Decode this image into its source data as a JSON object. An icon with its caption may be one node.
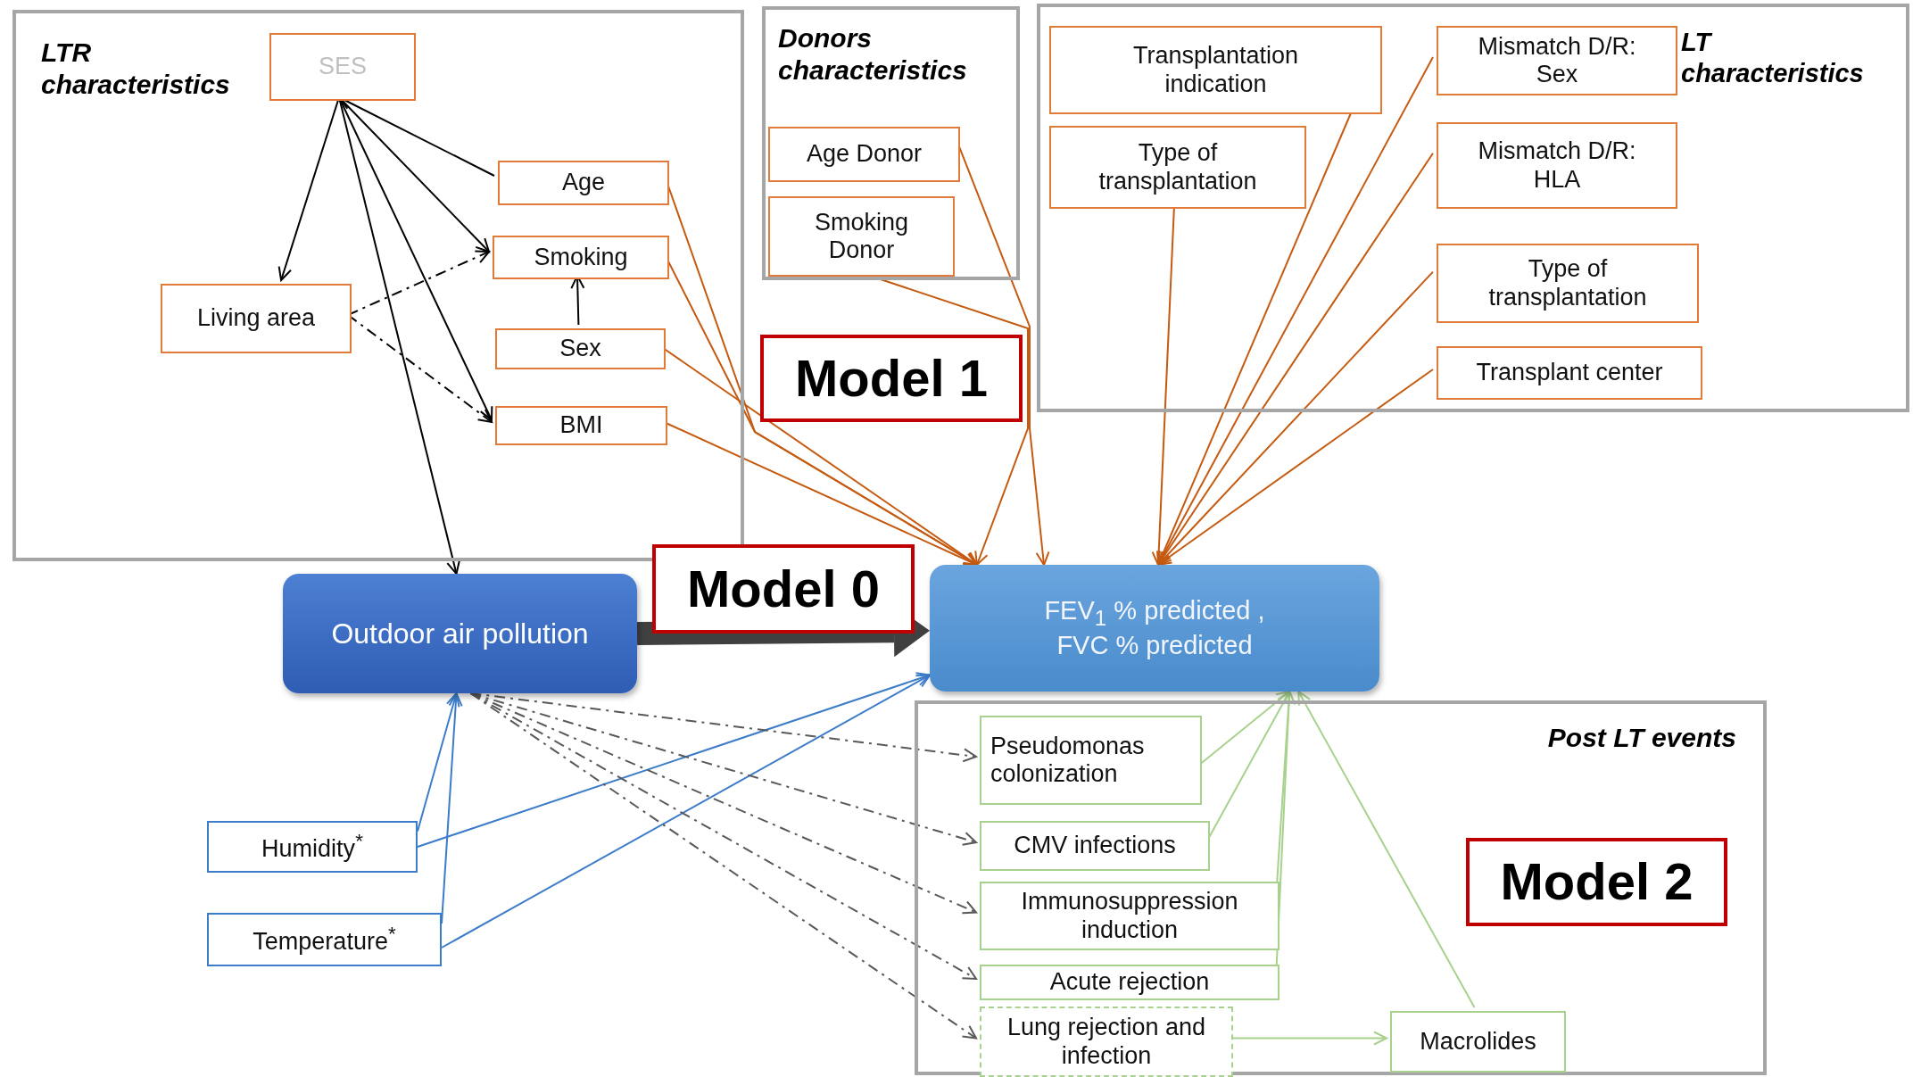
{
  "diagram": {
    "nodes": [
      {
        "text": [
          "LTR characteristics"
        ]
      },
      {
        "text": [
          "SES"
        ],
        "in": 0
      },
      {
        "text": [
          "Age"
        ],
        "in": 0
      },
      {
        "text": [
          "Smoking"
        ],
        "in": 0
      },
      {
        "text": [
          "Living area"
        ],
        "in": 0
      },
      {
        "text": [
          "Sex"
        ],
        "in": 0
      },
      {
        "text": [
          "BMI"
        ],
        "in": 0
      },
      {
        "text": [
          "Donors characteristics"
        ]
      },
      {
        "text": [
          "Age Donor"
        ],
        "in": 7
      },
      {
        "text": [
          "Smoking Donor"
        ],
        "in": 7
      },
      {
        "text": [
          "LT characteristics"
        ]
      },
      {
        "text": [
          "Transplantation indication"
        ],
        "in": 10
      },
      {
        "text": [
          "Type of transplantation"
        ],
        "in": 10
      },
      {
        "text": [
          "Mismatch D/R: Sex"
        ],
        "in": 10
      },
      {
        "text": [
          "Mismatch D/R: HLA"
        ],
        "in": 10
      },
      {
        "text": [
          "Type of transplantation"
        ],
        "in": 10
      },
      {
        "text": [
          "Transplant center"
        ],
        "in": 10
      },
      {
        "text": [
          "Model 1"
        ]
      },
      {
        "text": [
          "Outdoor air pollution"
        ]
      },
      {
        "text": [
          "Model 0"
        ]
      },
      {
        "text": [
          "FEV$_{1}$ % predicted , FVC % predicted"
        ]
      },
      {
        "text": [
          "Humidity$^{*}$"
        ]
      },
      {
        "text": [
          "Temperature$^{*}$"
        ]
      },
      {
        "text": [
          "Post LT events"
        ]
      },
      {
        "text": [
          "Pseudomonas colonization"
        ],
        "in": 23
      },
      {
        "text": [
          "CMV infections"
        ],
        "in": 23
      },
      {
        "text": [
          "Immunosuppression induction"
        ],
        "in": 23
      },
      {
        "text": [
          "Acute rejection"
        ],
        "in": 23
      },
      {
        "text": [
          "Lung rejection and infection"
        ],
        "in": 23
      },
      {
        "text": [
          "Macrolides"
        ],
        "in": 23
      },
      {
        "text": [
          "Model 2"
        ],
        "in": 23
      }
    ],
    "edges": [
      {
        "from": 1,
        "to": 4,
        "arrow": "to",
        "color": "#000000"
      },
      {
        "from": 2,
        "to": 1,
        "arrow": "to",
        "color": "#000000"
      },
      {
        "from": 1,
        "to": 3,
        "arrow": "to",
        "color": "#000000"
      },
      {
        "from": 1,
        "to": 6,
        "arrow": "to",
        "color": "#000000"
      },
      {
        "from": 1,
        "to": 18,
        "arrow": "to",
        "color": "#000000"
      },
      {
        "from": 5,
        "to": 3,
        "arrow": "to",
        "color": "#000000"
      },
      {
        "from": 4,
        "to": 3,
        "arrow": "to",
        "style": "dashed",
        "color": "#000000"
      },
      {
        "from": 4,
        "to": 6,
        "arrow": "to",
        "style": "dashed",
        "color": "#000000"
      },
      {
        "from": 2,
        "to": 20,
        "arrow": "to"
      },
      {
        "from": 3,
        "to": 20,
        "arrow": "to"
      },
      {
        "from": 5,
        "to": 20,
        "arrow": "to"
      },
      {
        "from": 6,
        "to": 20,
        "arrow": "to"
      },
      {
        "from": 8,
        "to": 20,
        "arrow": "to"
      },
      {
        "from": 9,
        "to": 20,
        "arrow": "to"
      },
      {
        "from": 11,
        "to": 20,
        "arrow": "to"
      },
      {
        "from": 12,
        "to": 20,
        "arrow": "to"
      },
      {
        "from": 13,
        "to": 20,
        "arrow": "to"
      },
      {
        "from": 14,
        "to": 20,
        "arrow": "to"
      },
      {
        "from": 15,
        "to": 20,
        "arrow": "to"
      },
      {
        "from": 16,
        "to": 20,
        "arrow": "to"
      },
      {
        "from": 18,
        "to": 20,
        "arrow": "to",
        "style": "thick",
        "color": "#404040"
      },
      {
        "from": 21,
        "to": 18,
        "arrow": "to",
        "color": "#3d7cc9"
      },
      {
        "from": 22,
        "to": 18,
        "arrow": "to",
        "color": "#3d7cc9"
      },
      {
        "from": 21,
        "to": 20,
        "arrow": "to",
        "color": "#3d7cc9"
      },
      {
        "from": 22,
        "to": 20,
        "arrow": "to",
        "color": "#3d7cc9"
      },
      {
        "from": 18,
        "to": 24,
        "arrow": "to",
        "style": "dashed",
        "color": "#595959"
      },
      {
        "from": 18,
        "to": 25,
        "arrow": "to",
        "style": "dashed",
        "color": "#595959"
      },
      {
        "from": 18,
        "to": 26,
        "arrow": "to",
        "style": "dashed",
        "color": "#595959"
      },
      {
        "from": 18,
        "to": 27,
        "arrow": "to",
        "style": "dashed",
        "color": "#595959"
      },
      {
        "from": 18,
        "to": 28,
        "arrow": "to",
        "style": "dashed",
        "color": "#595959"
      },
      {
        "from": 24,
        "to": 20,
        "arrow": "to",
        "color": "#a9d18e"
      },
      {
        "from": 25,
        "to": 20,
        "arrow": "to",
        "color": "#a9d18e"
      },
      {
        "from": 26,
        "to": 20,
        "arrow": "to",
        "color": "#a9d18e"
      },
      {
        "from": 27,
        "to": 20,
        "arrow": "to",
        "color": "#a9d18e"
      },
      {
        "from": 29,
        "to": 20,
        "arrow": "to",
        "color": "#a9d18e"
      },
      {
        "from": 28,
        "to": 29,
        "arrow": "to",
        "color": "#a9d18e"
      }
    ]
  }
}
